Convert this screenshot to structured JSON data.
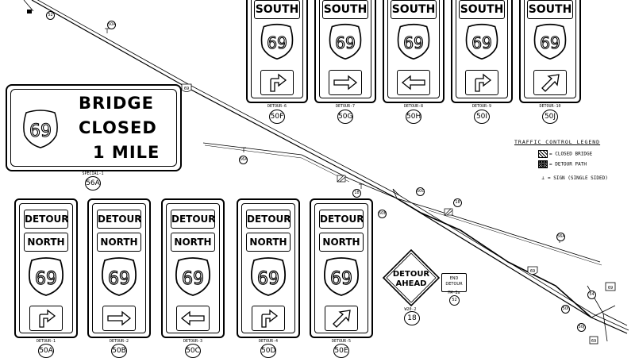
{
  "map_labels": {
    "route_shield_1": "69",
    "route_shield_2": "69",
    "route_shield_3": "69",
    "route_shield_4": "69",
    "callout_52": "52",
    "callout_50a_top": "50A",
    "callout_56a": "56A",
    "callout_18a": "18",
    "callout_50b": "50B",
    "callout_50c": "50C",
    "callout_18b": "18",
    "callout_50i": "50I",
    "callout_50j": "50J",
    "callout_56d": "56A",
    "callout_54": "54"
  },
  "special_sign": {
    "shield": "69",
    "line1": "BRIDGE",
    "line2": "CLOSED",
    "line3": "1 MILE",
    "code": "SPECIAL-1",
    "callout": "56A"
  },
  "south_signs": [
    {
      "direction": "SOUTH",
      "shield": "69",
      "arrow": "turn-right",
      "code": "DETOUR-6",
      "callout": "50F"
    },
    {
      "direction": "SOUTH",
      "shield": "69",
      "arrow": "right",
      "code": "DETOUR-7",
      "callout": "50G"
    },
    {
      "direction": "SOUTH",
      "shield": "69",
      "arrow": "left",
      "code": "DETOUR-8",
      "callout": "50H"
    },
    {
      "direction": "SOUTH",
      "shield": "69",
      "arrow": "turn-right",
      "code": "DETOUR-9",
      "callout": "50I"
    },
    {
      "direction": "SOUTH",
      "shield": "69",
      "arrow": "diag-up-right",
      "code": "DETOUR-10",
      "callout": "50J"
    }
  ],
  "north_signs": [
    {
      "top": "DETOUR",
      "direction": "NORTH",
      "shield": "69",
      "arrow": "turn-right",
      "code": "DETOUR-1",
      "callout": "50A"
    },
    {
      "top": "DETOUR",
      "direction": "NORTH",
      "shield": "69",
      "arrow": "right",
      "code": "DETOUR-2",
      "callout": "50B"
    },
    {
      "top": "DETOUR",
      "direction": "NORTH",
      "shield": "69",
      "arrow": "left",
      "code": "DETOUR-3",
      "callout": "50C"
    },
    {
      "top": "DETOUR",
      "direction": "NORTH",
      "shield": "69",
      "arrow": "turn-right",
      "code": "DETOUR-4",
      "callout": "50D"
    },
    {
      "top": "DETOUR",
      "direction": "NORTH",
      "shield": "69",
      "arrow": "diag-up-right",
      "code": "DETOUR-5",
      "callout": "50E"
    }
  ],
  "detour_ahead": {
    "line1": "DETOUR",
    "line2": "AHEAD",
    "code": "W20-2",
    "callout": "18"
  },
  "end_detour": {
    "line1": "END",
    "line2": "DETOUR",
    "code": "M4-8a",
    "callout": "52"
  },
  "legend": {
    "title": "TRAFFIC CONTROL LEGEND",
    "items": [
      {
        "label": "= CLOSED BRIDGE"
      },
      {
        "label": "= DETOUR PATH"
      },
      {
        "label": "= SIGN (SINGLE SIDED)"
      }
    ]
  }
}
